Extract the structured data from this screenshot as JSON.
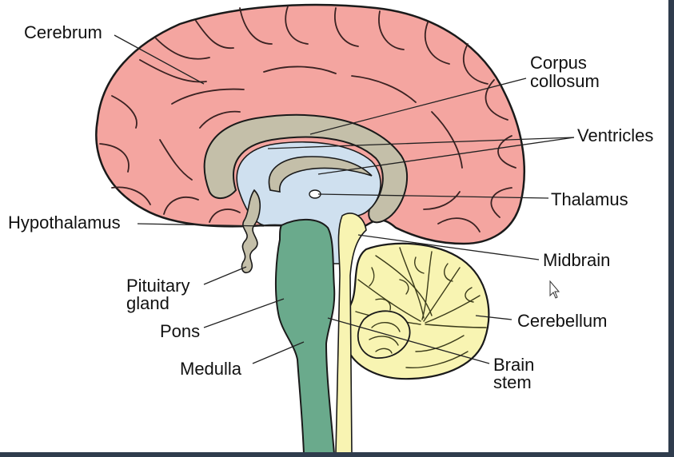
{
  "labels": {
    "cerebrum": "Cerebrum",
    "corpus_line1": "Corpus",
    "corpus_line2": "collosum",
    "ventricles": "Ventricles",
    "thalamus": "Thalamus",
    "hypothalamus": "Hypothalamus",
    "midbrain": "Midbrain",
    "pituitary_line1": "Pituitary",
    "pituitary_line2": "gland",
    "pons": "Pons",
    "cerebellum": "Cerebellum",
    "medulla": "Medulla",
    "brain_stem_line1": "Brain",
    "brain_stem_line2": "stem"
  },
  "colors": {
    "cerebrum": "#f4a5a0",
    "corpus_callosum": "#c4bfa9",
    "ventricles": "#cfe0ef",
    "brain_stem": "#6aaa8c",
    "cerebellum": "#f8f4b2",
    "outline": "#1a1a1a",
    "frame": "#2f3c4d"
  },
  "cursor_icon": "mouse-pointer-icon"
}
